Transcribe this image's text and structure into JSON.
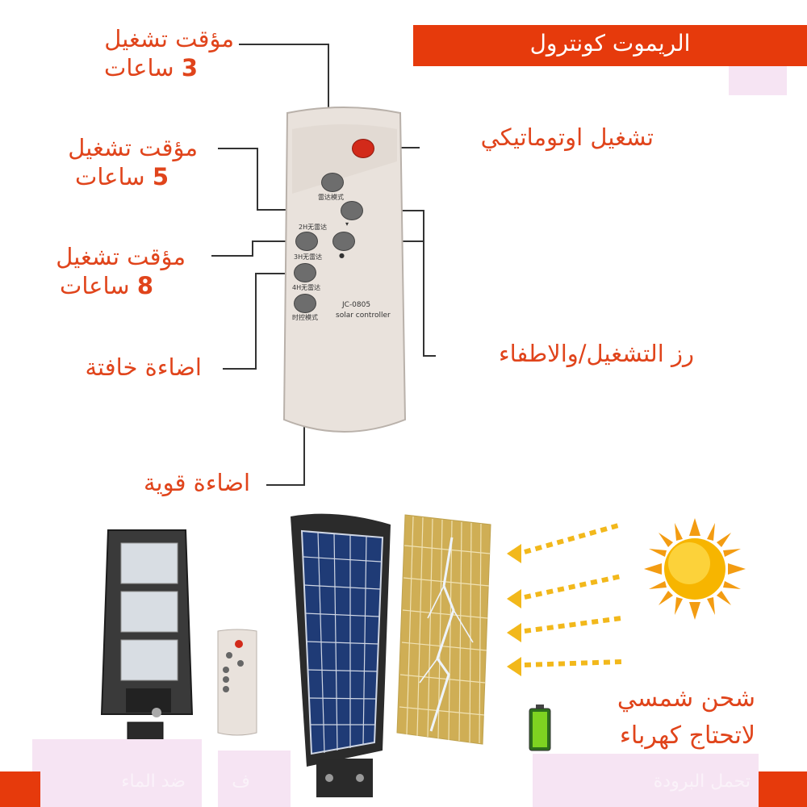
{
  "title": "الريموت كونترول",
  "labels": {
    "timer3_line1": "مؤقت تشغيل",
    "timer3_num": "3",
    "timer3_unit": "ساعات",
    "timer5_line1": "مؤقت تشغيل",
    "timer5_num": "5",
    "timer5_unit": "ساعات",
    "timer8_line1": "مؤقت تشغيل",
    "timer8_num": "8",
    "timer8_unit": "ساعات",
    "dim_light": "اضاءة خافتة",
    "strong_light": "اضاءة قوية",
    "auto_mode": "تشغيل اوتوماتيكي",
    "power_button": "رز التشغيل/والاطفاء"
  },
  "remote": {
    "model": "JC-0805",
    "name": "solar controller",
    "radar_mode": "雷达模式",
    "label_2h": "2H无雷达",
    "label_3h": "3H无雷达",
    "label_4h": "4H无雷达",
    "timer_mode": "时控模式"
  },
  "solar": {
    "line1": "شحن شمسي",
    "line2": "لاتحتاج كهرباء"
  },
  "footer_ghost": {
    "left": "ضد الماء",
    "middle": "ف",
    "right": "تحمل البرودة"
  },
  "colors": {
    "accent": "#e63a0c",
    "label": "#e0441b"
  }
}
